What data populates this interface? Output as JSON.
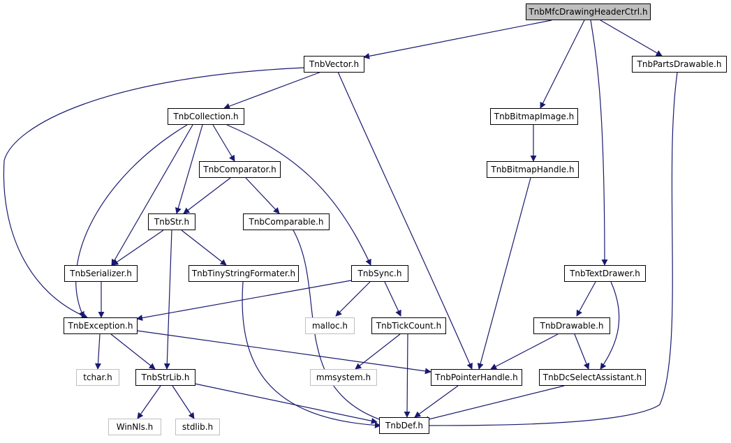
{
  "colors": {
    "edge": "#191970",
    "root_fill": "#bfbfbf",
    "external_border": "#bfbfbf"
  },
  "nodes": {
    "root": "TnbMfcDrawingHeaderCtrl.h",
    "vector": "TnbVector.h",
    "parts_drawable": "TnbPartsDrawable.h",
    "collection": "TnbCollection.h",
    "bitmap_image": "TnbBitmapImage.h",
    "comparator": "TnbComparator.h",
    "bitmap_handle": "TnbBitmapHandle.h",
    "str": "TnbStr.h",
    "comparable": "TnbComparable.h",
    "serializer": "TnbSerializer.h",
    "tiny_string_formater": "TnbTinyStringFormater.h",
    "sync": "TnbSync.h",
    "text_drawer": "TnbTextDrawer.h",
    "exception": "TnbException.h",
    "malloc": "malloc.h",
    "tick_count": "TnbTickCount.h",
    "drawable": "TnbDrawable.h",
    "tchar": "tchar.h",
    "str_lib": "TnbStrLib.h",
    "mmsystem": "mmsystem.h",
    "pointer_handle": "TnbPointerHandle.h",
    "dc_select_assistant": "TnbDcSelectAssistant.h",
    "winnls": "WinNls.h",
    "stdlib": "stdlib.h",
    "def": "TnbDef.h"
  }
}
